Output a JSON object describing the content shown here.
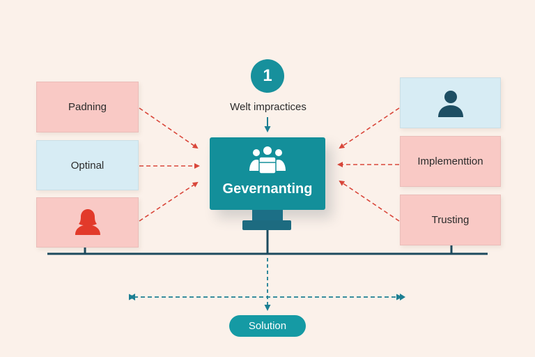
{
  "step_number": "1",
  "top_caption": "Welt impractices",
  "center": {
    "title": "Gevernanting",
    "icon": "group-people-icon"
  },
  "left_boxes": [
    {
      "label": "Padning",
      "color": "#f9c9c5"
    },
    {
      "label": "Optinal",
      "color": "#d7ecf4"
    },
    {
      "label": "",
      "icon": "person-icon",
      "icon_color": "#e23a2a",
      "color": "#f9c9c5"
    }
  ],
  "right_boxes": [
    {
      "label": "",
      "icon": "person-icon",
      "icon_color": "#1d4e63",
      "color": "#d7ecf4"
    },
    {
      "label": "Implementtion",
      "color": "#f9c9c5"
    },
    {
      "label": "Trusting",
      "color": "#f9c9c5"
    }
  ],
  "bottom_label": "Solution",
  "colors": {
    "teal": "#138f9a",
    "dark_teal": "#1c5770",
    "arrow_red": "#d9473b",
    "background": "#fbf1ea"
  }
}
